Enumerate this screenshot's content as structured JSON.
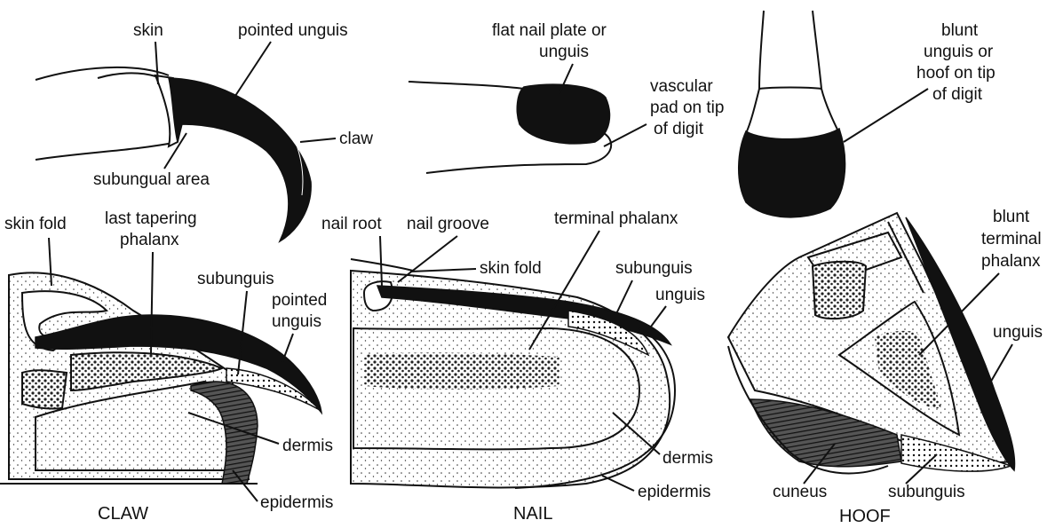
{
  "top_row": {
    "claw_external": {
      "skin": "skin",
      "pointed_unguis": "pointed unguis",
      "claw": "claw",
      "subungual_area": "subungual area"
    },
    "nail_external": {
      "flat_nail_plate_1": "flat nail plate or",
      "flat_nail_plate_2": "unguis",
      "vascular_pad_1": "vascular",
      "vascular_pad_2": "pad on tip",
      "vascular_pad_3": "of digit"
    },
    "hoof_external": {
      "blunt_unguis_1": "blunt",
      "blunt_unguis_2": "unguis or",
      "blunt_unguis_3": "hoof on tip",
      "blunt_unguis_4": "of digit"
    }
  },
  "claw_section": {
    "skin_fold": "skin fold",
    "last_tapering_1": "last tapering",
    "last_tapering_2": "phalanx",
    "subunguis": "subunguis",
    "pointed_unguis_1": "pointed",
    "pointed_unguis_2": "unguis",
    "dermis": "dermis",
    "epidermis": "epidermis",
    "caption": "CLAW"
  },
  "nail_section": {
    "nail_root": "nail root",
    "nail_groove": "nail groove",
    "terminal_phalanx": "terminal phalanx",
    "skin_fold": "skin fold",
    "subunguis": "subunguis",
    "unguis": "unguis",
    "dermis": "dermis",
    "epidermis": "epidermis",
    "caption": "NAIL"
  },
  "hoof_section": {
    "blunt_terminal_1": "blunt",
    "blunt_terminal_2": "terminal",
    "blunt_terminal_3": "phalanx",
    "unguis": "unguis",
    "cuneus": "cuneus",
    "subunguis": "subunguis",
    "caption": "HOOF"
  }
}
